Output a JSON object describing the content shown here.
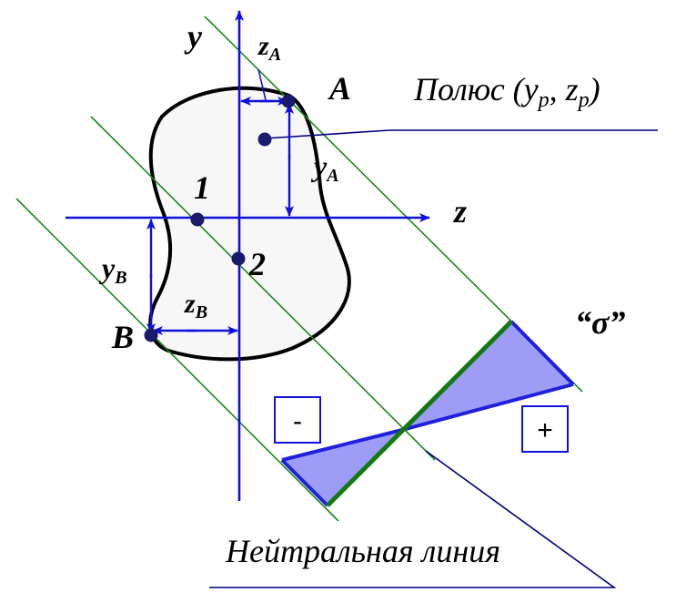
{
  "labels": {
    "axis_y": "y",
    "axis_z": "z",
    "point_A": "A",
    "point_B": "B",
    "point_1": "1",
    "point_2": "2",
    "z_A": "z",
    "z_A_sub": "A",
    "y_A": "y",
    "y_A_sub": "A",
    "y_B": "y",
    "y_B_sub": "B",
    "z_B": "z",
    "z_B_sub": "B",
    "pole_prefix": "Полюс (y",
    "pole_p1": "p",
    "pole_mid": ", z",
    "pole_p2": "p",
    "pole_suffix": ")",
    "sigma": "“σ”",
    "minus": "-",
    "plus": "+",
    "neutral_line": "Нейтральная линия"
  },
  "colors": {
    "axis": "#1010dd",
    "neutral_lines": "#1a8a1a",
    "stress_fill": "#9d9df5",
    "stress_edge": "#2020dd",
    "leader": "#000080",
    "points": "#1a1a6e",
    "contour": "#000000"
  }
}
